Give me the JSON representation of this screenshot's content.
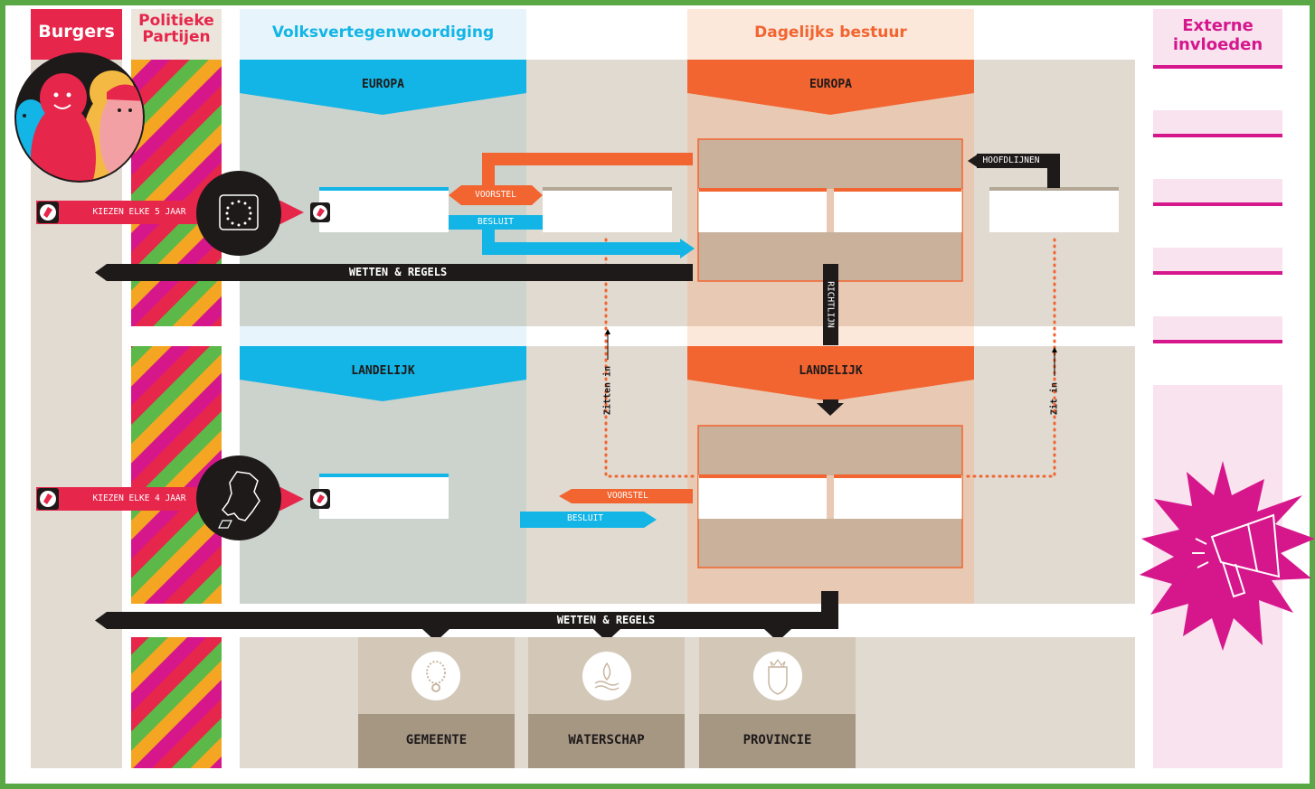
{
  "columns": {
    "burgers": "Burgers",
    "politieke_partijen": "Politieke Partijen",
    "volksvertegenwoordiging": "Volksvertegenwoordiging",
    "dagelijks_bestuur": "Dagelijks bestuur",
    "externe_invloeden": "Externe invloeden"
  },
  "levels": {
    "europa_volk": "EUROPA",
    "europa_bestuur": "EUROPA",
    "landelijk_volk": "LANDELIJK",
    "landelijk_bestuur": "LANDELIJK"
  },
  "arrows": {
    "kiezen_5": "KIEZEN ELKE 5 JAAR",
    "kiezen_4": "KIEZEN ELKE 4 JAAR",
    "voorstel_eu": "VOORSTEL",
    "besluit_eu": "BESLUIT",
    "voorstel_nl": "VOORSTEL",
    "besluit_nl": "BESLUIT",
    "wetten_eu": "WETTEN & REGELS",
    "wetten_nl": "WETTEN & REGELS",
    "hoofdlijnen": "HOOFDLIJNEN",
    "richtlijn": "RICHTLIJN",
    "zitten_in": "Zitten in",
    "zit_in": "Zit in"
  },
  "bottom": {
    "gemeente": "GEMEENTE",
    "waterschap": "WATERSCHAP",
    "provincie": "PROVINCIE"
  },
  "colors": {
    "frame": "#5aa845",
    "red": "#e6264a",
    "blue": "#12b5e5",
    "orange": "#f26430",
    "magenta": "#d6178c",
    "black": "#1e1a1a"
  }
}
